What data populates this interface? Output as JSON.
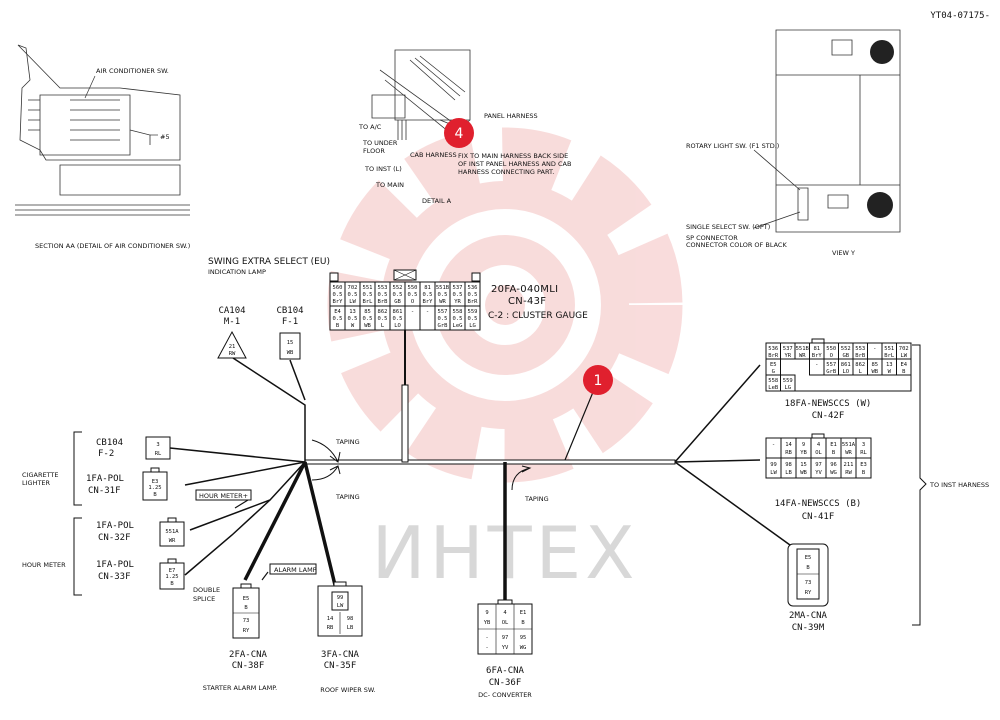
{
  "doc_id": "YT04-07175-",
  "watermark": "ИНТЕХ",
  "markers": {
    "m1": "1",
    "m4": "4"
  },
  "marker_color": "#e0202e",
  "watermark_color": "#f4c0bf",
  "section_aa": {
    "title": "SECTION AA   (DETAIL OF AIR CONDITIONER SW.)",
    "air_conditioner": "AIR CONDITIONER SW.",
    "item5": "#5"
  },
  "detail_a": {
    "title": "DETAIL A",
    "panel_harness": "PANEL HARNESS",
    "to_ac": "TO A/C",
    "to_under_floor_1": "TO UNDER",
    "to_under_floor_2": "FLOOR",
    "to_inst_cl": "TO INST (L)",
    "to_main": "TO MAIN",
    "cab_harness": "CAB HARNESS",
    "fix_note_1": "FIX TO MAIN HARNESS BACK SIDE",
    "fix_note_2": "OF INST PANEL HARNESS AND CAB",
    "fix_note_3": "HARNESS CONNECTING PART."
  },
  "view_y": {
    "title": "VIEW Y",
    "rotary_light": "ROTARY LIGHT SW. (F1 STD.)",
    "single_select": "SINGLE SELECT SW. (OPT)",
    "sp_connector_1": "SP CONNECTOR",
    "sp_connector_2": "CONNECTOR COLOR OF BLACK"
  },
  "swing": {
    "line1": "SWING EXTRA SELECT (EU)",
    "line2": "INDICATION LAMP"
  },
  "ca104": {
    "name": "CA104",
    "code": "M-1",
    "pin": "21",
    "wire": "RW"
  },
  "cb104_top": {
    "name": "CB104",
    "code": "F-1",
    "pin": "15",
    "wire": "WB"
  },
  "cn43f": {
    "name": "20FA-040MLI",
    "code": "CN-43F",
    "note": "C-2 : CLUSTER GAUGE",
    "top": [
      {
        "n": "560",
        "s": "0.5",
        "w": "BrY"
      },
      {
        "n": "702",
        "s": "0.5",
        "w": "LW"
      },
      {
        "n": "551",
        "s": "0.5",
        "w": "BrL"
      },
      {
        "n": "553",
        "s": "0.5",
        "w": "BrB"
      },
      {
        "n": "552",
        "s": "0.5",
        "w": "GB"
      },
      {
        "n": "550",
        "s": "0.5",
        "w": "O"
      },
      {
        "n": "81",
        "s": "0.5",
        "w": "BrY"
      },
      {
        "n": "551B",
        "s": "0.5",
        "w": "WR"
      },
      {
        "n": "537",
        "s": "0.5",
        "w": "YR"
      },
      {
        "n": "536",
        "s": "0.5",
        "w": "BrR"
      }
    ],
    "bottom": [
      {
        "n": "E4",
        "s": "0.5",
        "w": "B"
      },
      {
        "n": "13",
        "s": "0.5",
        "w": "W"
      },
      {
        "n": "85",
        "s": "0.5",
        "w": "WB"
      },
      {
        "n": "862",
        "s": "0.5",
        "w": "L"
      },
      {
        "n": "861",
        "s": "0.5",
        "w": "LO"
      },
      {
        "n": "-",
        "s": "",
        "w": ""
      },
      {
        "n": "-",
        "s": "",
        "w": ""
      },
      {
        "n": "557",
        "s": "0.5",
        "w": "GrB"
      },
      {
        "n": "558",
        "s": "0.5",
        "w": "LeG"
      },
      {
        "n": "559",
        "s": "0.5",
        "w": "LG"
      }
    ]
  },
  "cb104_left": {
    "name": "CB104",
    "code": "F-2",
    "pin": "3",
    "wire": "RL"
  },
  "cigarette": {
    "line1": "CIGARETTE",
    "line2": "LIGHTER"
  },
  "cn31f": {
    "name": "1FA-POL",
    "code": "CN-31F",
    "pin": "E3",
    "sz": "1.25",
    "wire": "B"
  },
  "hour_meter_label": "HOUR METER",
  "hour_meter_plus": "HOUR METER+",
  "cn32f": {
    "name": "1FA-POL",
    "code": "CN-32F",
    "pin": "551A",
    "wire": "WR"
  },
  "cn33f": {
    "name": "1FA-POL",
    "code": "CN-33F",
    "pin": "E7",
    "sz": "1.25",
    "wire": "B"
  },
  "double_splice": {
    "line1": "DOUBLE",
    "line2": "SPLICE"
  },
  "alarm_lamp": "ALARM LAMP",
  "taping": "TAPING",
  "cn38f": {
    "name": "2FA-CNA",
    "code": "CN-38F",
    "desc": "STARTER ALARM LAMP.",
    "c1": "E5",
    "c2": "B",
    "c3": "73",
    "c4": "RY"
  },
  "cn35f": {
    "name": "3FA-CNA",
    "code": "CN-35F",
    "desc": "ROOF WIPER SW.",
    "c1": "99",
    "c2": "LW",
    "c3": "14",
    "c4": "98",
    "c5": "RB",
    "c6": "LB"
  },
  "cn36f": {
    "name": "6FA-CNA",
    "code": "CN-36F",
    "desc": "DC- CONVERTER",
    "c1": "9",
    "c2": "4",
    "c3": "E1",
    "c4": "YB",
    "c5": "OL",
    "c6": "B",
    "c7": "-",
    "c8": "97",
    "c9": "95",
    "c10": "-",
    "c11": "YV",
    "c12": "WG"
  },
  "cn42f": {
    "name": "18FA-NEWSCCS (W)",
    "code": "CN-42F",
    "r1": [
      "536",
      "537",
      "551B",
      "81",
      "550",
      "552",
      "553",
      "-",
      "551",
      "702"
    ],
    "r1w": [
      "BrR",
      "YR",
      "WR",
      "BrY",
      "O",
      "GB",
      "BrB",
      "",
      "BrL",
      "LW"
    ],
    "r2": [
      "E5",
      "-",
      "557",
      "861",
      "862",
      "85",
      "13",
      "E4"
    ],
    "r2w": [
      "G",
      "",
      "GrB",
      "LO",
      "L",
      "WB",
      "W",
      "B"
    ],
    "r3": [
      "558",
      "559"
    ],
    "r3w": [
      "LeB",
      "LG"
    ]
  },
  "cn41f": {
    "name": "14FA-NEWSCCS (B)",
    "code": "CN-41F",
    "r1": [
      "-",
      "14",
      "9",
      "4",
      "E1",
      "551A",
      "3"
    ],
    "r1w": [
      "",
      "RB",
      "YB",
      "OL",
      "B",
      "WR",
      "RL"
    ],
    "r2": [
      "99",
      "98",
      "15",
      "97",
      "96",
      "211",
      "E3"
    ],
    "r2w": [
      "LW",
      "LB",
      "WB",
      "YV",
      "WG",
      "RW",
      "B"
    ]
  },
  "cn39m": {
    "name": "2MA-CNA",
    "code": "CN-39M",
    "c1": "E5",
    "c2": "B",
    "c3": "73",
    "c4": "RY"
  },
  "to_inst_harness": "TO INST HARNESS"
}
